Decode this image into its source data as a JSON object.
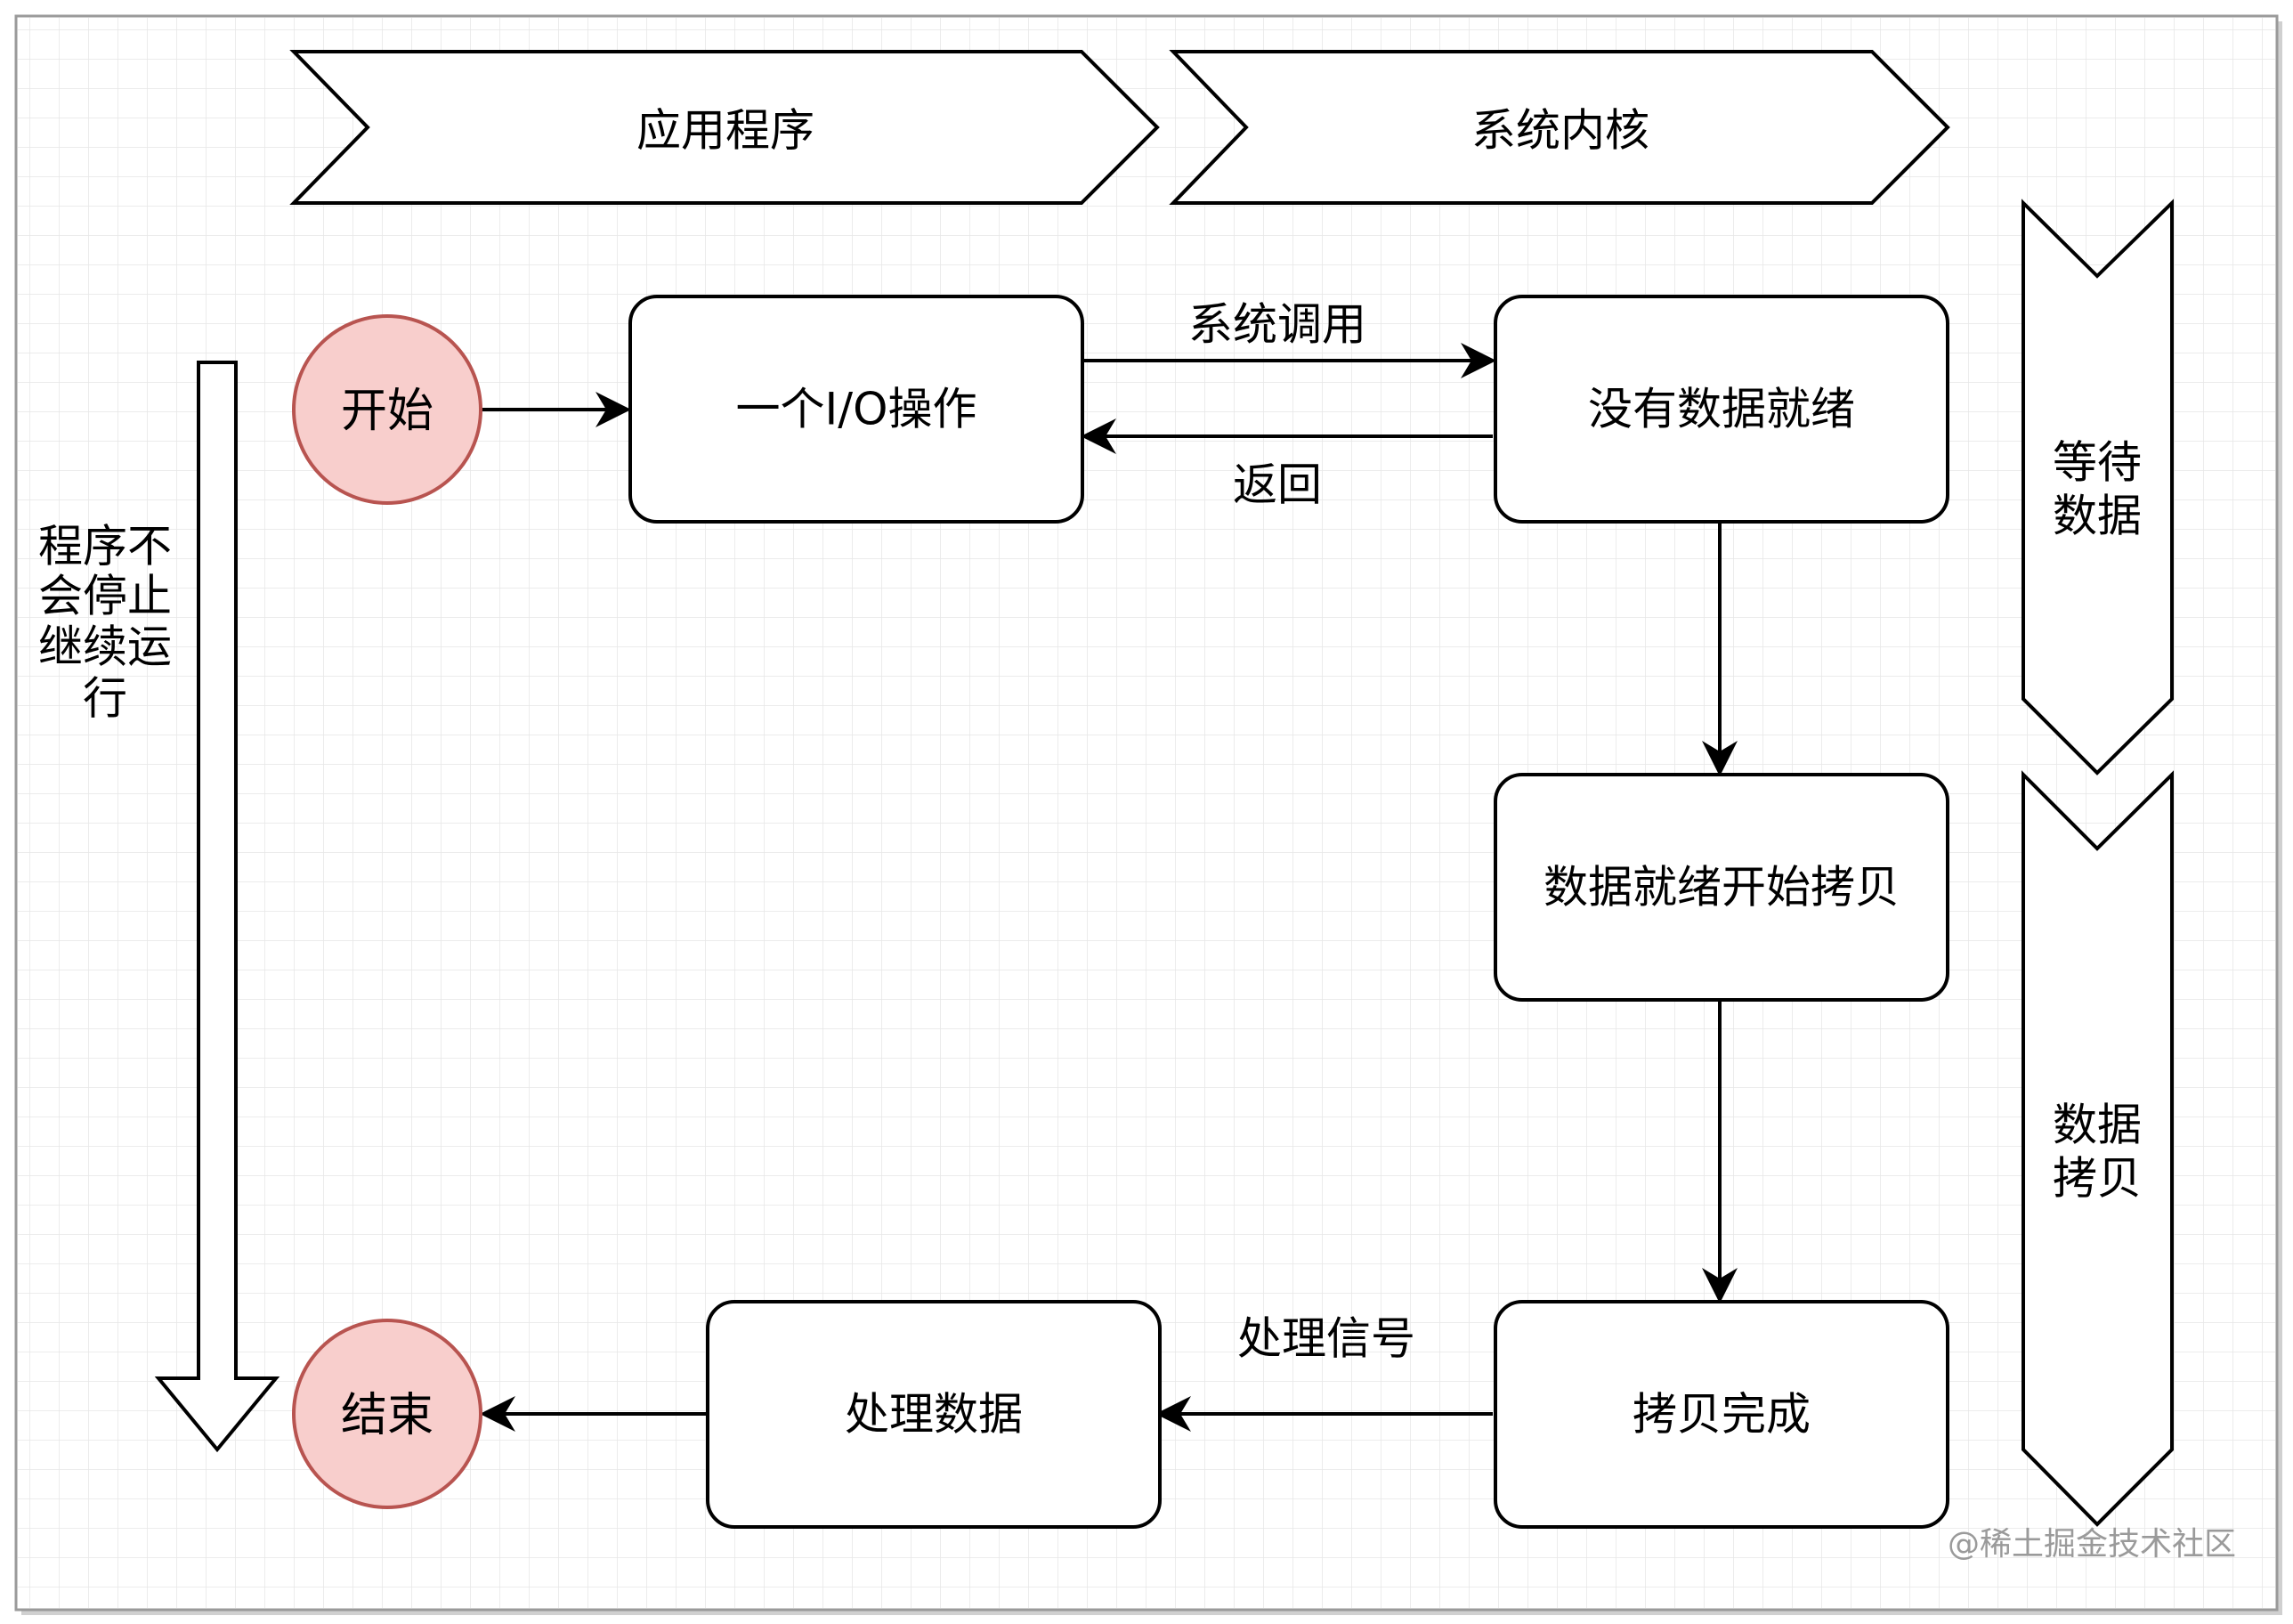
{
  "header": {
    "application": "应用程序",
    "kernel": "系统内核"
  },
  "nodes": {
    "start": "开始",
    "io_op": "一个I/O操作",
    "no_data": "没有数据就绪",
    "copy_start": "数据就绪开始拷贝",
    "copy_done": "拷贝完成",
    "process": "处理数据",
    "end": "结束"
  },
  "edges": {
    "syscall": "系统调用",
    "return": "返回",
    "signal": "处理信号"
  },
  "phases": {
    "wait": [
      "等待",
      "数据"
    ],
    "copy": [
      "数据",
      "拷贝"
    ]
  },
  "side_note": [
    "程序不",
    "会停止",
    "继续运",
    "行"
  ],
  "watermark": "@稀土掘金技术社区",
  "colors": {
    "circle_fill": "#f8cecc",
    "circle_stroke": "#b85450",
    "stroke": "#000000"
  }
}
